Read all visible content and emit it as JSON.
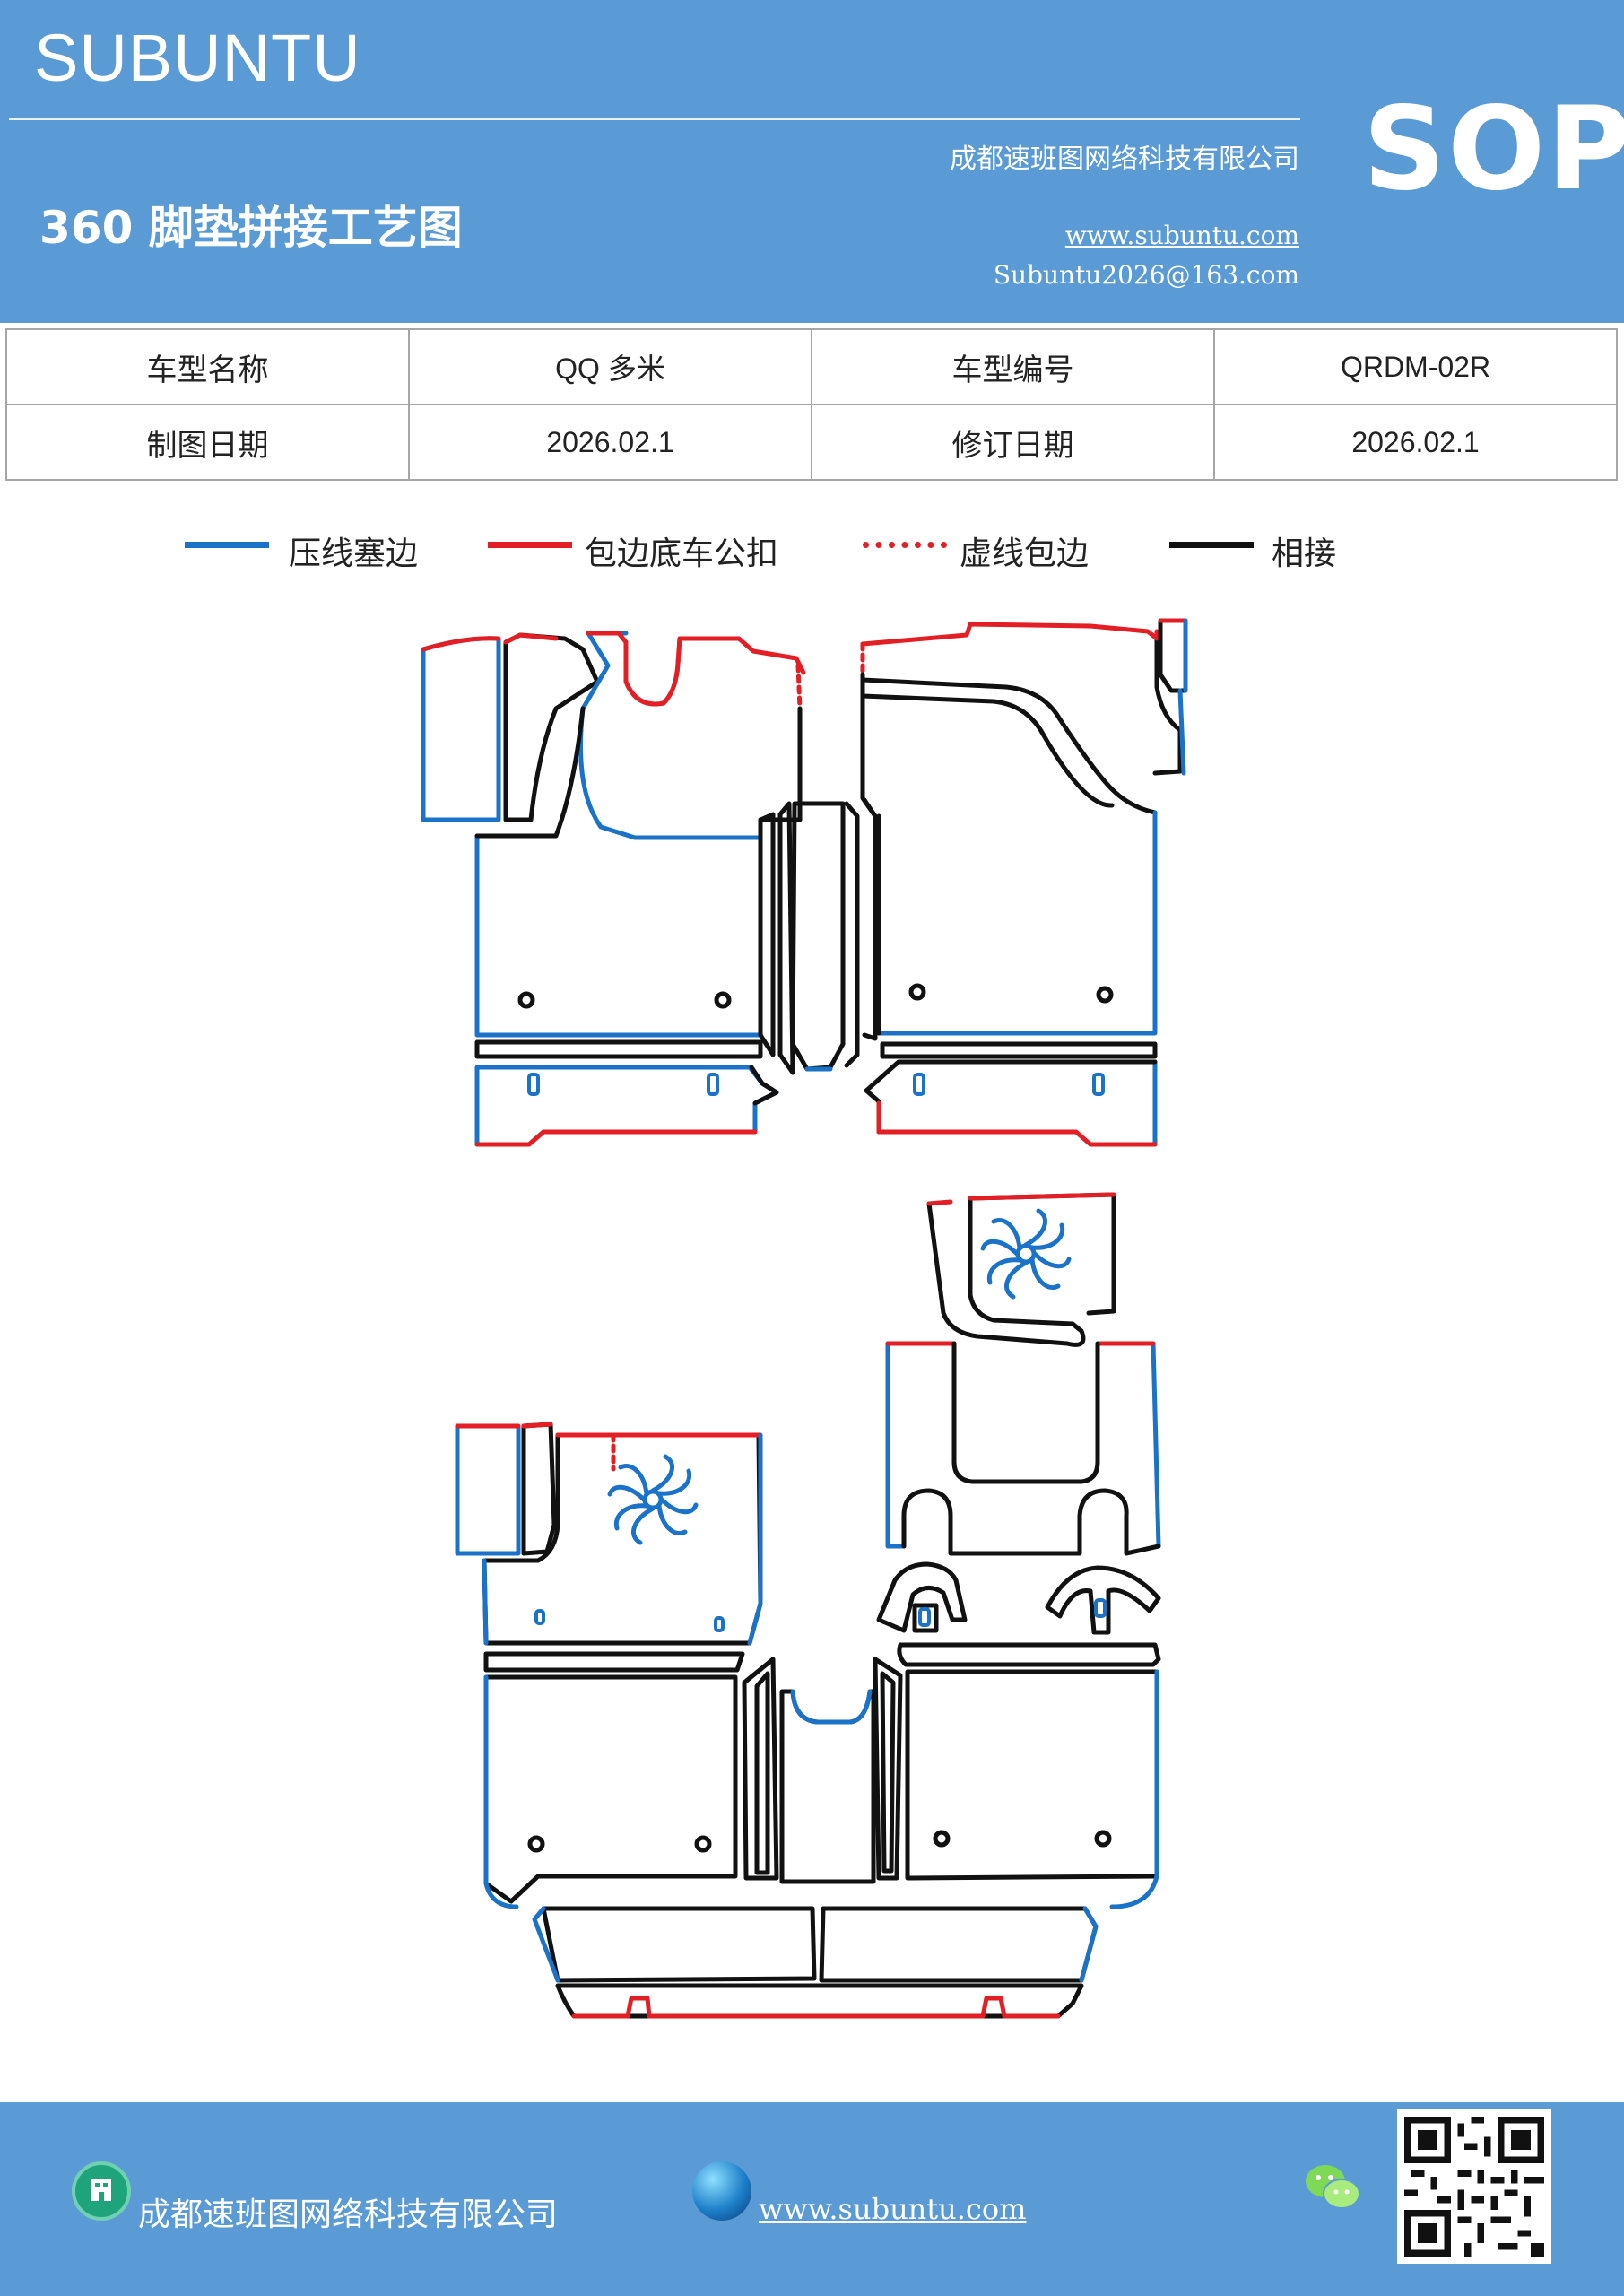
{
  "header": {
    "brand": "SUBUNTU",
    "sop": "SOP",
    "company": "成都速班图网络科技有限公司",
    "title": "360 脚垫拼接工艺图",
    "website": "www.subuntu.com",
    "email": "Subuntu2026@163.com"
  },
  "info": {
    "row1": {
      "label1": "车型名称",
      "value1": "QQ 多米",
      "label2": "车型编号",
      "value2": "QRDM-02R"
    },
    "row2": {
      "label1": "制图日期",
      "value1": "2026.02.1",
      "label2": "修订日期",
      "value2": "2026.02.1"
    }
  },
  "legend": [
    {
      "label": "压线塞边",
      "color": "#1a73c9",
      "style": "solid"
    },
    {
      "label": "包边底车公扣",
      "color": "#e31e24",
      "style": "solid"
    },
    {
      "label": "虚线包边",
      "color": "#e31e24",
      "style": "dotted"
    },
    {
      "label": "相接",
      "color": "#111111",
      "style": "solid"
    }
  ],
  "colors": {
    "header_bg": "#5b9bd5",
    "press": "#1a73c9",
    "wrap": "#e31e24",
    "join": "#111111"
  },
  "footer": {
    "company": "成都速班图网络科技有限公司",
    "website": "www.subuntu.com",
    "company_icon": "building-icon",
    "web_icon": "globe-icon",
    "wechat_icon": "wechat-icon",
    "qr_icon": "qr-code"
  }
}
